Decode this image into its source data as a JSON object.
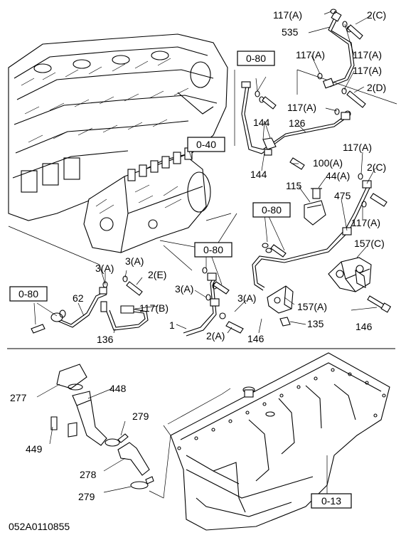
{
  "diagram_code": "052A0110855",
  "refs": {
    "r080a": "0-80",
    "r040": "0-40",
    "r080b": "0-80",
    "r080c": "0-80",
    "r080d": "0-80",
    "r013": "0-13"
  },
  "labels": {
    "l117a_1": "117(A)",
    "l2c_1": "2(C)",
    "l535": "535",
    "l117a_2": "117(A)",
    "l117a_3": "117(A)",
    "l117a_4": "117(A)",
    "l2d": "2(D)",
    "l117a_5": "117(A)",
    "l144a": "144",
    "l126": "126",
    "l144b": "144",
    "l100a": "100(A)",
    "l117a_6": "117(A)",
    "l2c_2": "2(C)",
    "l44a": "44(A)",
    "l115": "115",
    "l475": "475",
    "l117a_7": "117(A)",
    "l157c": "157(C)",
    "l3a_1": "3(A)",
    "l3a_2": "3(A)",
    "l2e": "2(E)",
    "l62": "62",
    "l117b": "117(B)",
    "l136": "136",
    "l3a_3": "3(A)",
    "l3a_4": "3(A)",
    "l157a": "157(A)",
    "l1": "1",
    "l2a": "2(A)",
    "l146a": "146",
    "l135": "135",
    "l146b": "146",
    "l277": "277",
    "l448": "448",
    "l279a": "279",
    "l449": "449",
    "l278": "278",
    "l279b": "279"
  }
}
